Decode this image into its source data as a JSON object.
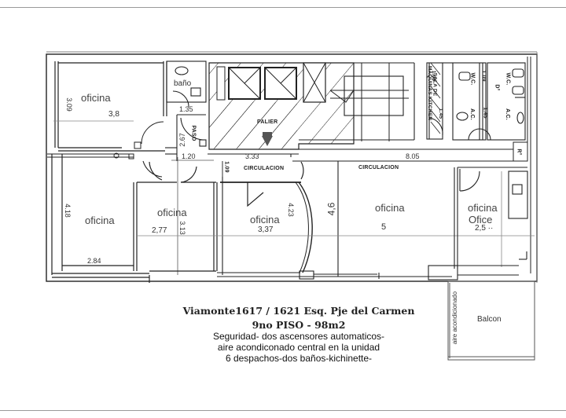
{
  "plan": {
    "rooms": [
      {
        "id": "oficina-nw",
        "label": "oficina",
        "dims": [
          "3.09",
          "3,8"
        ]
      },
      {
        "id": "bano",
        "label": "baño"
      },
      {
        "id": "palier",
        "label": "PALIER",
        "dims": [
          "3.33"
        ]
      },
      {
        "id": "sala-maquinas",
        "label": "SALA DE MAQUINAS",
        "dims": [
          "1.09"
        ]
      },
      {
        "id": "kitchen",
        "label": "KITCHEN",
        "dims": [
          "1.45"
        ]
      },
      {
        "id": "wc-1",
        "label": "W.C.",
        "sub": "A.C.",
        "dims": [
          "1.09",
          "D°",
          "1.45"
        ]
      },
      {
        "id": "wc-2",
        "label": "W.C.",
        "sub": "A.C."
      },
      {
        "id": "paso",
        "label": "PASO",
        "dims": [
          "2.67",
          "1.35",
          "1.20"
        ]
      },
      {
        "id": "circulacion-1",
        "label": "CIRCULACION",
        "dims": [
          "1.09"
        ]
      },
      {
        "id": "circulacion-2",
        "label": "CIRCULACION",
        "dims": [
          "8.05"
        ]
      },
      {
        "id": "oficina-sw",
        "label": "oficina",
        "dims": [
          "4.18",
          "2.84"
        ]
      },
      {
        "id": "oficina-s2",
        "label": "oficina",
        "dims": [
          "2.77",
          "3.13"
        ]
      },
      {
        "id": "oficina-s3",
        "label": "oficina",
        "dims": [
          "3,37",
          "4.23"
        ]
      },
      {
        "id": "oficina-s4",
        "label": "oficina",
        "dims": [
          "4,6",
          "5"
        ]
      },
      {
        "id": "oficina-office",
        "label": "oficina",
        "sub": "Ofice",
        "dims": [
          "2,5"
        ]
      },
      {
        "id": "r",
        "label": "R°"
      },
      {
        "id": "balcon",
        "label": "Balcon",
        "side": "aire acondicionado"
      }
    ]
  },
  "labels": {
    "oficina_nw": "oficina",
    "dim_309": "3.09",
    "dim_38": "3,8",
    "bano": "baño",
    "dim_135": "1.35",
    "paso": "PASO",
    "dim_267": "2.67",
    "dim_120": "1.20",
    "palier": "PALIER",
    "dim_333": "3.33",
    "circ1": "CIRCULACION",
    "dim_109c": "1.09",
    "circ2": "CIRCULACION",
    "dim_805": "8.05",
    "sala": "SALA DE",
    "maquinas": "MAQUINAS KITCHEN",
    "dim_109s": "1.09",
    "dim_145k": "1.45",
    "wc1": "W.C.",
    "ac1": "A.C.",
    "dim_109w": "1.09",
    "d_mark": "D°",
    "dim_145w": "1.45",
    "wc2": "W.C.",
    "ac2": "A.C.",
    "r": "R°",
    "oficina_sw": "oficina",
    "dim_418": "4.18",
    "dim_284": "2.84",
    "oficina_s2": "oficina",
    "dim_277": "2,77",
    "dim_313": "3.13",
    "oficina_s3": "oficina",
    "dim_337": "3,37",
    "dim_423": "4.23",
    "dim_46": "4,6",
    "oficina_s4": "oficina",
    "dim_5": "5",
    "oficina_o": "oficina",
    "ofice": "Ofice",
    "dim_25": "2,5 ··",
    "balcon": "Balcon",
    "aire": "aire acondicionado"
  },
  "caption": {
    "title": "Viamonte1617 / 1621  Esq. Pje del Carmen",
    "subtitle": "9no PISO - 98m2",
    "line1": "Seguridad- dos ascensores automaticos-",
    "line2": "aire acondiconado central en la unidad",
    "line3": "6 despachos-dos baños-kichinette-"
  }
}
